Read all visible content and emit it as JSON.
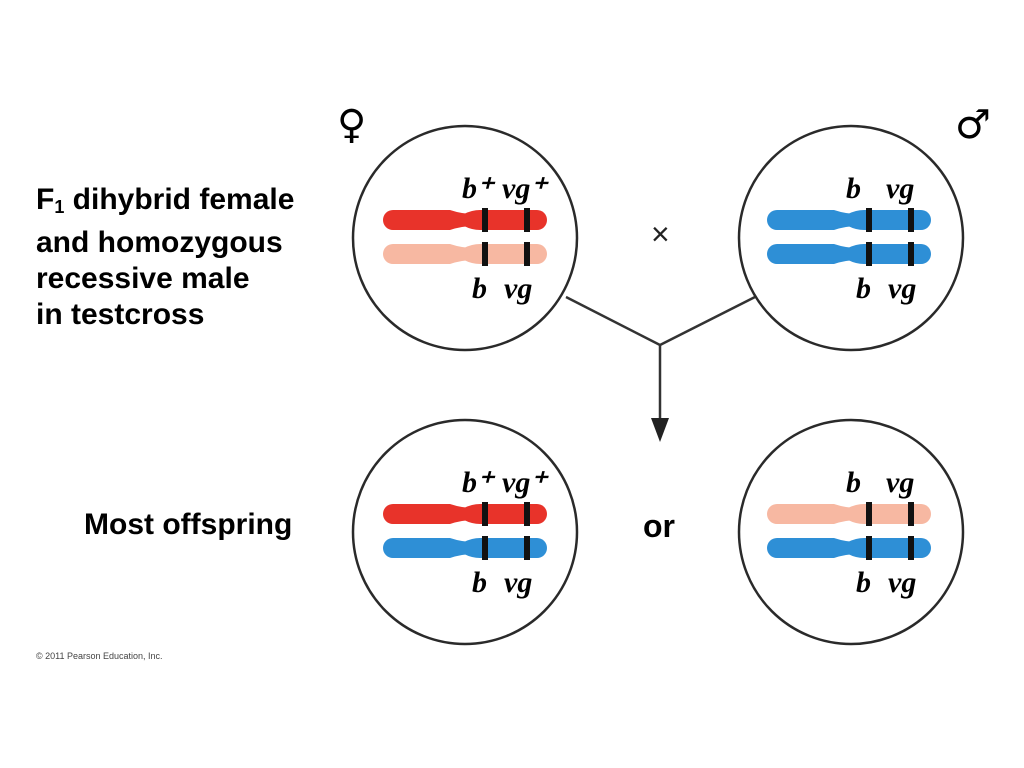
{
  "symbols": {
    "female": "♀",
    "male": "♂",
    "cross": "×"
  },
  "labels": {
    "testcross_line1_main": "F",
    "testcross_line1_sub": "1",
    "testcross_line1_rest": " dihybrid female",
    "testcross_line2": "and homozygous",
    "testcross_line3": "recessive male",
    "testcross_line4": "in testcross",
    "most_offspring": "Most offspring",
    "or": "or",
    "copyright": "© 2011 Pearson Education, Inc."
  },
  "colors": {
    "wild_red": "#e8332a",
    "light_pink": "#f7b8a2",
    "blue": "#2e8fd6",
    "band": "#111111",
    "circle_stroke": "#2a2a2a"
  },
  "cells": [
    {
      "name": "female-parent",
      "top_label": [
        "b⁺",
        "vg⁺"
      ],
      "bottom_label": [
        "b",
        "vg"
      ],
      "top_color": "wild_red",
      "bottom_color": "light_pink"
    },
    {
      "name": "male-parent",
      "top_label": [
        "b",
        "vg"
      ],
      "bottom_label": [
        "b",
        "vg"
      ],
      "top_color": "blue",
      "bottom_color": "blue"
    },
    {
      "name": "offspring-wild",
      "top_label": [
        "b⁺",
        "vg⁺"
      ],
      "bottom_label": [
        "b",
        "vg"
      ],
      "top_color": "wild_red",
      "bottom_color": "blue"
    },
    {
      "name": "offspring-recessive",
      "top_label": [
        "b",
        "vg"
      ],
      "bottom_label": [
        "b",
        "vg"
      ],
      "top_color": "light_pink",
      "bottom_color": "blue"
    }
  ]
}
